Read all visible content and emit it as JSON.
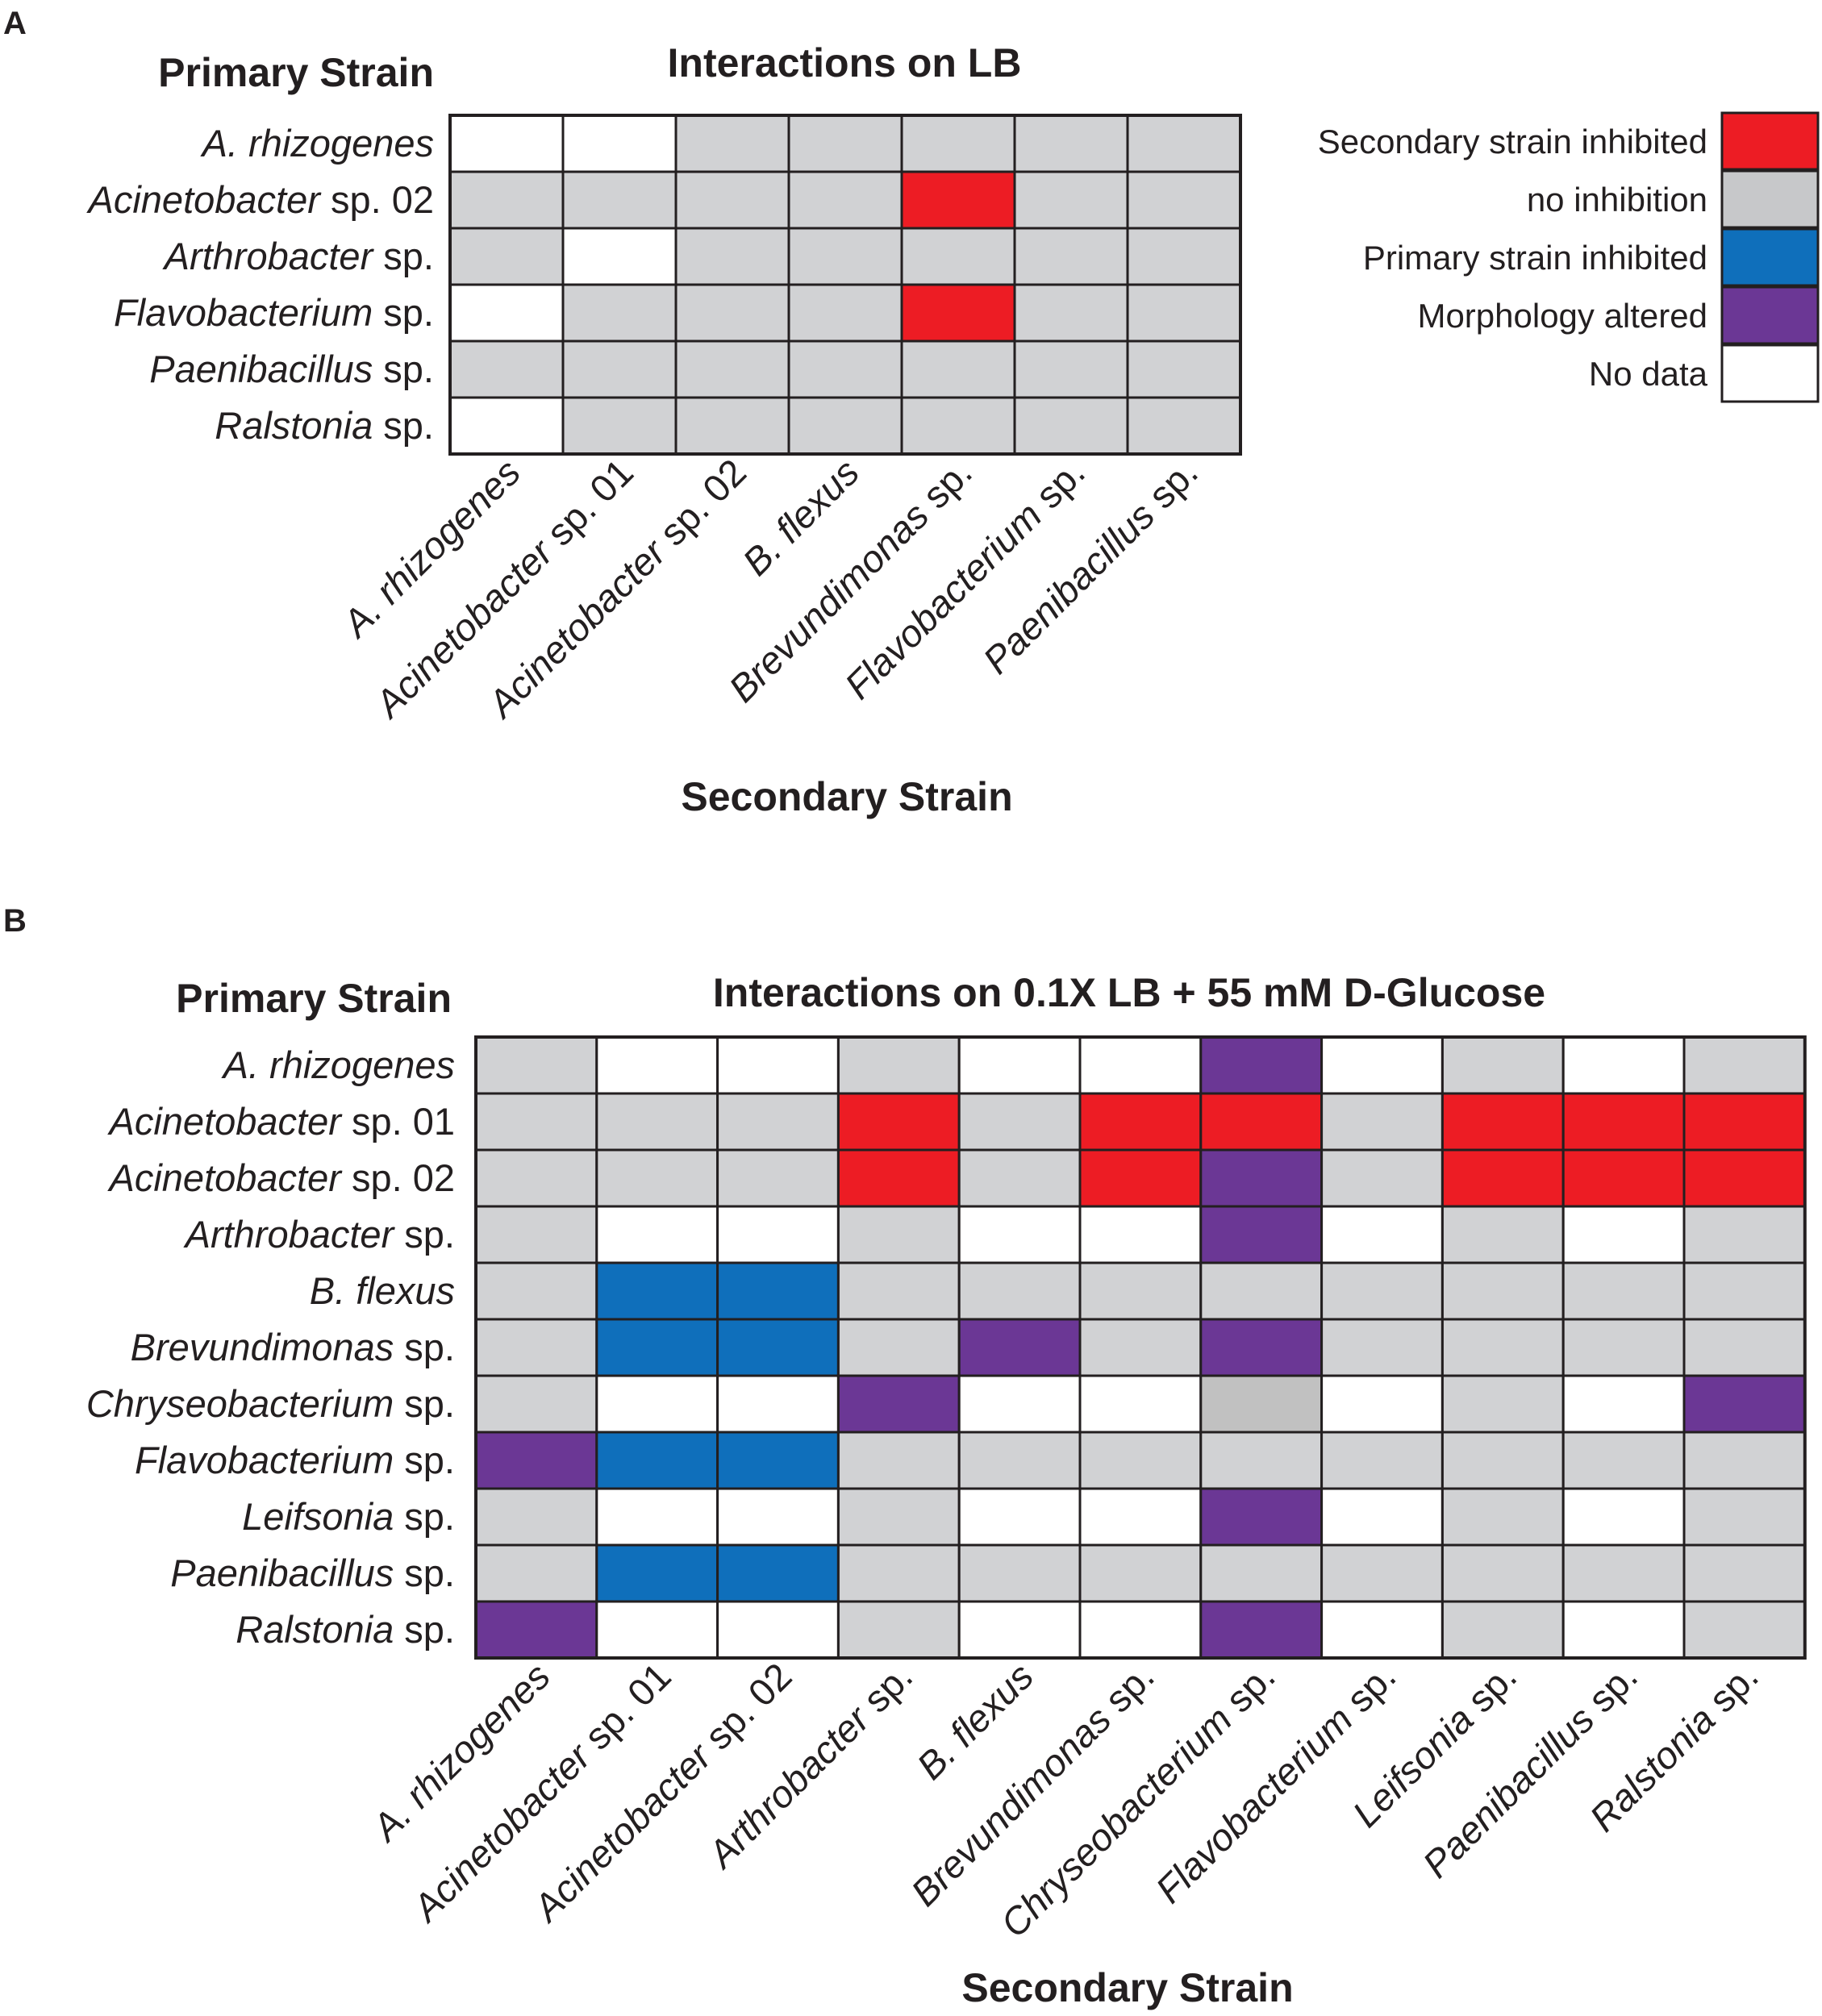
{
  "figure": {
    "panel_a_letter": "A",
    "panel_b_letter": "B"
  },
  "colors": {
    "secondary_inhibited": "#ed1c24",
    "no_inhibition": "#d1d2d4",
    "primary_inhibited": "#0f6fbb",
    "morphology_altered": "#6b3795",
    "no_data": "#ffffff",
    "light_gray_cell": "#c1c1c1",
    "grid": "#231f20"
  },
  "legend": [
    {
      "key": "R",
      "label": "Secondary strain inhibited",
      "color": "#ed1c24"
    },
    {
      "key": "G",
      "label": "no inhibition",
      "color": "#c7c8ca"
    },
    {
      "key": "B",
      "label": "Primary strain inhibited",
      "color": "#0f6fbb"
    },
    {
      "key": "P",
      "label": "Morphology altered",
      "color": "#6b3795"
    },
    {
      "key": "W",
      "label": "No data",
      "color": "#ffffff"
    }
  ],
  "chart_data": [
    {
      "type": "heatmap",
      "panel": "A",
      "title": "Interactions on LB",
      "ylabel": "Primary Strain",
      "xlabel": "Secondary Strain",
      "rows": [
        [
          {
            "t": "A. rhizogenes",
            "i": true
          }
        ],
        [
          {
            "t": "Acinetobacter",
            "i": true
          },
          {
            "t": " sp. 02",
            "i": false
          }
        ],
        [
          {
            "t": "Arthrobacter",
            "i": true
          },
          {
            "t": " sp.",
            "i": false
          }
        ],
        [
          {
            "t": "Flavobacterium",
            "i": true
          },
          {
            "t": " sp.",
            "i": false
          }
        ],
        [
          {
            "t": "Paenibacillus",
            "i": true
          },
          {
            "t": " sp.",
            "i": false
          }
        ],
        [
          {
            "t": "Ralstonia",
            "i": true
          },
          {
            "t": " sp.",
            "i": false
          }
        ]
      ],
      "columns": [
        [
          {
            "t": "A. rhizogenes",
            "i": true
          }
        ],
        [
          {
            "t": "Acinetobacter",
            "i": true
          },
          {
            "t": " sp. 01",
            "i": false
          }
        ],
        [
          {
            "t": "Acinetobacter",
            "i": true
          },
          {
            "t": " sp. 02",
            "i": false
          }
        ],
        [
          {
            "t": "B. flexus",
            "i": true
          }
        ],
        [
          {
            "t": "Brevundimonas",
            "i": true
          },
          {
            "t": " sp.",
            "i": false
          }
        ],
        [
          {
            "t": "Flavobacterium",
            "i": true
          },
          {
            "t": " sp.",
            "i": false
          }
        ],
        [
          {
            "t": "Paenibacillus",
            "i": true
          },
          {
            "t": " sp.",
            "i": false
          }
        ]
      ],
      "values": [
        [
          "W",
          "W",
          "G",
          "G",
          "G",
          "G",
          "G"
        ],
        [
          "G",
          "G",
          "G",
          "G",
          "R",
          "G",
          "G"
        ],
        [
          "G",
          "W",
          "G",
          "G",
          "G",
          "G",
          "G"
        ],
        [
          "W",
          "G",
          "G",
          "G",
          "R",
          "G",
          "G"
        ],
        [
          "G",
          "G",
          "G",
          "G",
          "G",
          "G",
          "G"
        ],
        [
          "W",
          "G",
          "G",
          "G",
          "G",
          "G",
          "G"
        ]
      ]
    },
    {
      "type": "heatmap",
      "panel": "B",
      "title": "Interactions on 0.1X LB + 55 mM D-Glucose",
      "ylabel": "Primary Strain",
      "xlabel": "Secondary Strain",
      "rows": [
        [
          {
            "t": "A. rhizogenes",
            "i": true
          }
        ],
        [
          {
            "t": "Acinetobacter",
            "i": true
          },
          {
            "t": " sp. 01",
            "i": false
          }
        ],
        [
          {
            "t": "Acinetobacter",
            "i": true
          },
          {
            "t": " sp. 02",
            "i": false
          }
        ],
        [
          {
            "t": "Arthrobacter",
            "i": true
          },
          {
            "t": " sp.",
            "i": false
          }
        ],
        [
          {
            "t": "B. flexus",
            "i": true
          }
        ],
        [
          {
            "t": "Brevundimonas",
            "i": true
          },
          {
            "t": " sp.",
            "i": false
          }
        ],
        [
          {
            "t": "Chryseobacterium",
            "i": true
          },
          {
            "t": " sp.",
            "i": false
          }
        ],
        [
          {
            "t": "Flavobacterium",
            "i": true
          },
          {
            "t": " sp.",
            "i": false
          }
        ],
        [
          {
            "t": "Leifsonia",
            "i": true
          },
          {
            "t": " sp.",
            "i": false
          }
        ],
        [
          {
            "t": "Paenibacillus",
            "i": true
          },
          {
            "t": " sp.",
            "i": false
          }
        ],
        [
          {
            "t": "Ralstonia",
            "i": true
          },
          {
            "t": " sp.",
            "i": false
          }
        ]
      ],
      "columns": [
        [
          {
            "t": "A. rhizogenes",
            "i": true
          }
        ],
        [
          {
            "t": "Acinetobacter",
            "i": true
          },
          {
            "t": " sp. 01",
            "i": false
          }
        ],
        [
          {
            "t": "Acinetobacter",
            "i": true
          },
          {
            "t": " sp. 02",
            "i": false
          }
        ],
        [
          {
            "t": "Arthrobacter",
            "i": true
          },
          {
            "t": " sp.",
            "i": false
          }
        ],
        [
          {
            "t": "B. flexus",
            "i": true
          }
        ],
        [
          {
            "t": "Brevundimonas",
            "i": true
          },
          {
            "t": " sp.",
            "i": false
          }
        ],
        [
          {
            "t": "Chryseobacterium",
            "i": true
          },
          {
            "t": " sp.",
            "i": false
          }
        ],
        [
          {
            "t": "Flavobacterium",
            "i": true
          },
          {
            "t": " sp.",
            "i": false
          }
        ],
        [
          {
            "t": "Leifsonia",
            "i": true
          },
          {
            "t": " sp.",
            "i": false
          }
        ],
        [
          {
            "t": "Paenibacillus",
            "i": true
          },
          {
            "t": " sp.",
            "i": false
          }
        ],
        [
          {
            "t": "Ralstonia",
            "i": true
          },
          {
            "t": " sp.",
            "i": false
          }
        ]
      ],
      "values": [
        [
          "G",
          "W",
          "W",
          "G",
          "W",
          "W",
          "P",
          "W",
          "G",
          "W",
          "G"
        ],
        [
          "G",
          "G",
          "G",
          "R",
          "G",
          "R",
          "R",
          "G",
          "R",
          "R",
          "R"
        ],
        [
          "G",
          "G",
          "G",
          "R",
          "G",
          "R",
          "P",
          "G",
          "R",
          "R",
          "R"
        ],
        [
          "G",
          "W",
          "W",
          "G",
          "W",
          "W",
          "P",
          "W",
          "G",
          "W",
          "G"
        ],
        [
          "G",
          "B",
          "B",
          "G",
          "G",
          "G",
          "G",
          "G",
          "G",
          "G",
          "G"
        ],
        [
          "G",
          "B",
          "B",
          "G",
          "P",
          "G",
          "P",
          "G",
          "G",
          "G",
          "G"
        ],
        [
          "G",
          "W",
          "W",
          "P",
          "W",
          "W",
          "L",
          "W",
          "G",
          "W",
          "P"
        ],
        [
          "P",
          "B",
          "B",
          "G",
          "G",
          "G",
          "G",
          "G",
          "G",
          "G",
          "G"
        ],
        [
          "G",
          "W",
          "W",
          "G",
          "W",
          "W",
          "P",
          "W",
          "G",
          "W",
          "G"
        ],
        [
          "G",
          "B",
          "B",
          "G",
          "G",
          "G",
          "G",
          "G",
          "G",
          "G",
          "G"
        ],
        [
          "P",
          "W",
          "W",
          "G",
          "W",
          "W",
          "P",
          "W",
          "G",
          "W",
          "G"
        ]
      ]
    }
  ]
}
